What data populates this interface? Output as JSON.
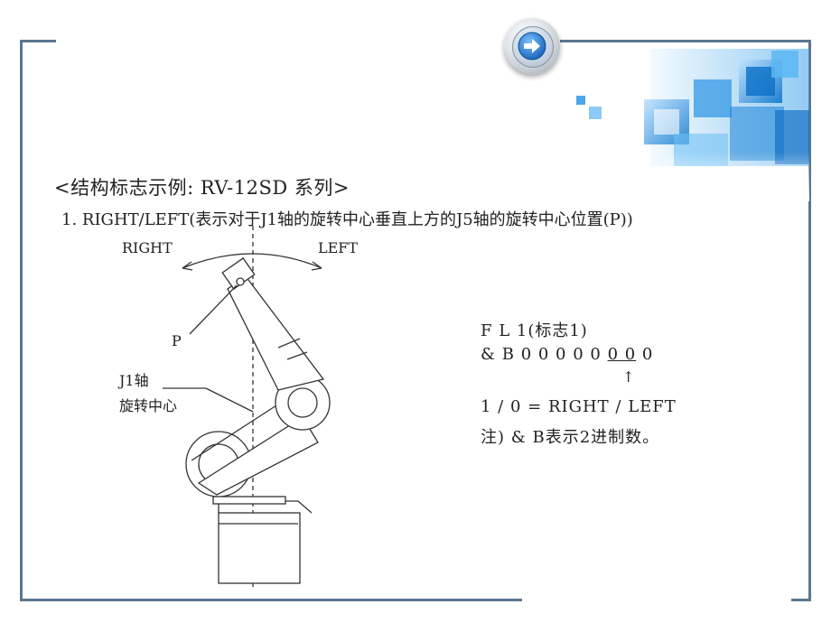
{
  "slide": {
    "title": "<结构标志示例: RV-12SD 系列>",
    "subtitle": "1. RIGHT/LEFT(表示对于J1轴的旋转中心垂直上方的J5轴的旋转中心位置(P))"
  },
  "diagram": {
    "label_right": "RIGHT",
    "label_left": "LEFT",
    "label_p": "P",
    "label_j1_line1": "J1轴",
    "label_j1_line2": "旋转中心"
  },
  "info": {
    "flag_line": "F L 1(标志1)",
    "bits_prefix": "& B 0 0 0 0 0 ",
    "bits_marked": "0 0",
    "bits_suffix": " 0",
    "arrow": "↑",
    "meaning": "1 / 0 = RIGHT / LEFT",
    "note": "注) & B表示2进制数。"
  },
  "icons": {
    "next": "arrow-right-icon",
    "decoration": "blue-cubes-decoration"
  },
  "colors": {
    "frame": "#5b7690",
    "arrow_blue": "#1f7fd6",
    "cube_blue": "#2a8fd8"
  }
}
